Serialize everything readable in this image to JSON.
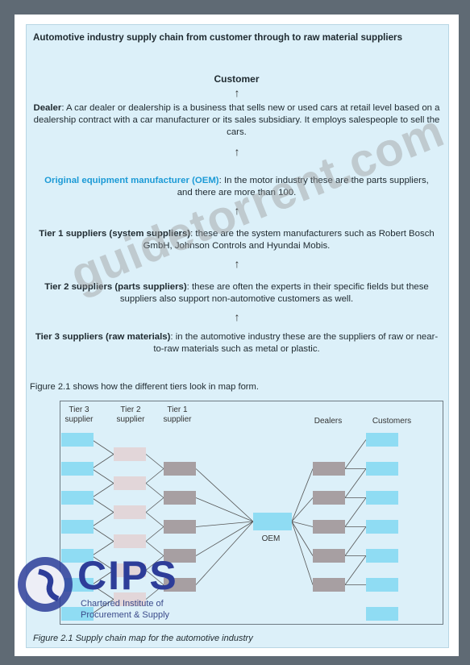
{
  "title": "Automotive industry supply chain from customer through to raw material suppliers",
  "customer_label": "Customer",
  "arrow_glyph": "↑",
  "dealer": {
    "term": "Dealer",
    "text": ": A car dealer or dealership is a business that sells new or used cars at retail level based on a dealership contract with a car manufacturer or its sales subsidiary. It employs salespeople to sell the cars."
  },
  "oem": {
    "term": "Original equipment manufacturer (OEM)",
    "text": ": In the motor industry these are the parts suppliers, and there are more than 100."
  },
  "tier1": {
    "term": "Tier 1 suppliers (system suppliers)",
    "text": ": these are the system manufacturers such as Robert Bosch GmbH, Johnson Controls and Hyundai Mobis."
  },
  "tier2": {
    "term": "Tier 2 suppliers (parts suppliers)",
    "text": ": these are often the experts in their specific fields but these suppliers also support non-automotive customers as well."
  },
  "tier3": {
    "term": "Tier 3 suppliers (raw materials)",
    "text": ": in the automotive industry these are the suppliers of raw or near-to-raw materials such as metal or plastic."
  },
  "figure_intro": "Figure 2.1 shows how the different tiers look in map form.",
  "map": {
    "col_tier3": [
      "Tier 3",
      "supplier"
    ],
    "col_tier2": [
      "Tier 2",
      "supplier"
    ],
    "col_tier1": [
      "Tier 1",
      "supplier"
    ],
    "col_dealers": "Dealers",
    "col_customers": "Customers",
    "oem_label": "OEM",
    "colors": {
      "blue": "#8fdcf3",
      "pink": "#e2d6d9",
      "grey": "#a79fa2",
      "oem": "#8fdcf3",
      "line": "#555555"
    }
  },
  "watermark": "guidetorrent.com",
  "logo": {
    "name": "CIPS",
    "sub1": "Chartered Institute of",
    "sub2": "Procurement & Supply"
  },
  "caption": "Figure 2.1 Supply chain map for the automotive industry"
}
